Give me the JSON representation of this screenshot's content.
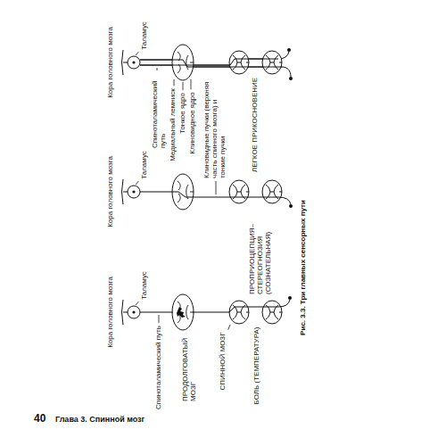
{
  "diagram": {
    "caption": "Рис. 3.3. Три главных сенсорных пути",
    "labels": [
      "Кора головного мозга",
      "Таламус",
      "Спиноталамический путь",
      "ПРОДОЛГОВАТЫЙ МОЗГ",
      "СПИННОЙ МОЗГ",
      "БОЛЬ (ТЕМПЕРАТУРА)",
      "Кора головного мозга",
      "Таламус",
      "Клиновидные пучки (верхняя часть спинного мозга) и тонкие пучки",
      "ПРОПРИОЦЕПЦИЯ–СТЕРЕОГНОЗИЯ (СОЗНАТЕЛЬНАЯ)",
      "Кора головного мозга",
      "Таламус",
      "Спиноталамический путь",
      "Медиальный лемниск",
      "Тонкое ядро",
      "Клиновидное ядро",
      "ЛЕГКОЕ ПРИКОСНОВЕНИЕ",
      "40",
      "Глава 3. Спинной мозг"
    ]
  }
}
